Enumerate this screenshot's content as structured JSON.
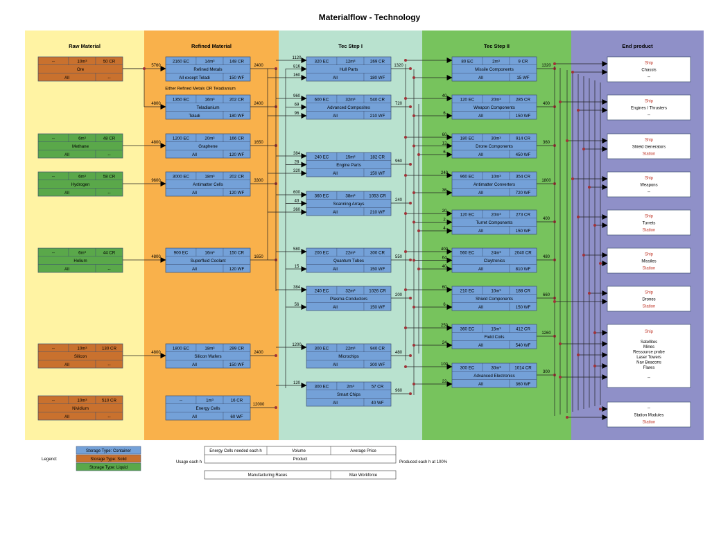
{
  "title": "Materialflow - Technology",
  "columns": [
    "Raw Material",
    "Refined Material",
    "Tec Step I",
    "Tec Step II",
    "End product"
  ],
  "colors": {
    "raw_bg": "#fff3a3",
    "refined_bg": "#f9b14b",
    "tec1_bg": "#b9e2cf",
    "tec2_bg": "#77c35d",
    "end_bg": "#8f90c8",
    "container": "#74a1d8",
    "solid": "#c9712e",
    "liquid": "#5aa84a",
    "ship_text": "#c0392b",
    "station_text": "#c0392b",
    "dot": "#a03238"
  },
  "raw": [
    {
      "key": "ore",
      "type": "solid",
      "a": "--",
      "b": "10m³",
      "c": "50 CR",
      "name": "Ore",
      "d": "All",
      "e": "--"
    },
    {
      "key": "methane",
      "type": "liquid",
      "a": "--",
      "b": "6m³",
      "c": "48 CR",
      "name": "Methane",
      "d": "All",
      "e": "--"
    },
    {
      "key": "hydrogen",
      "type": "liquid",
      "a": "--",
      "b": "6m³",
      "c": "58 CR",
      "name": "Hydrogen",
      "d": "All",
      "e": "--"
    },
    {
      "key": "helium",
      "type": "liquid",
      "a": "--",
      "b": "6m³",
      "c": "44 CR",
      "name": "Helium",
      "d": "All",
      "e": "--"
    },
    {
      "key": "silicon",
      "type": "solid",
      "a": "--",
      "b": "10m³",
      "c": "130 CR",
      "name": "Silicon",
      "d": "All",
      "e": "--"
    },
    {
      "key": "nividium",
      "type": "solid",
      "a": "--",
      "b": "10m³",
      "c": "510 CR",
      "name": "Nividium",
      "d": "All",
      "e": "--"
    }
  ],
  "refined": [
    {
      "key": "refined_metals",
      "a": "2160 EC",
      "b": "14m³",
      "c": "148 CR",
      "name": "Refined Metals",
      "d": "All except Teladi",
      "e": "150 WF"
    },
    {
      "key": "teladianium",
      "a": "1350 EC",
      "b": "16m³",
      "c": "202 CR",
      "name": "Teladianium",
      "d": "Teladi",
      "e": "180 WF"
    },
    {
      "key": "graphene",
      "a": "1200 EC",
      "b": "20m³",
      "c": "166 CR",
      "name": "Graphene",
      "d": "All",
      "e": "120 WF"
    },
    {
      "key": "antimatter_cells",
      "a": "3000 EC",
      "b": "18m³",
      "c": "202 CR",
      "name": "Antimatter Cells",
      "d": "All",
      "e": "120 WF"
    },
    {
      "key": "superfluid_coolant",
      "a": "900 EC",
      "b": "16m³",
      "c": "150 CR",
      "name": "Superfluid Coolant",
      "d": "All",
      "e": "120 WF"
    },
    {
      "key": "silicon_wafers",
      "a": "1800 EC",
      "b": "18m³",
      "c": "299 CR",
      "name": "Silicon Wafers",
      "d": "All",
      "e": "150 WF"
    },
    {
      "key": "energy_cells",
      "a": "--",
      "b": "1m³",
      "c": "16 CR",
      "name": "Energy Cells",
      "d": "All",
      "e": "60 WF"
    }
  ],
  "refined_note": "Either Refined Metals OR Teladianium",
  "tec1": [
    {
      "key": "hull_parts",
      "a": "320 EC",
      "b": "12m³",
      "c": "269 CR",
      "name": "Hull Parts",
      "d": "All",
      "e": "180 WF"
    },
    {
      "key": "advanced_composites",
      "a": "600 EC",
      "b": "32m³",
      "c": "540 CR",
      "name": "Advanced Composites",
      "d": "All",
      "e": "210 WF"
    },
    {
      "key": "engine_parts",
      "a": "240 EC",
      "b": "15m³",
      "c": "182 CR",
      "name": "Engine Parts",
      "d": "All",
      "e": "150 WF"
    },
    {
      "key": "scanning_arrays",
      "a": "360 EC",
      "b": "38m³",
      "c": "1053 CR",
      "name": "Scanning Arrays",
      "d": "All",
      "e": "210 WF"
    },
    {
      "key": "quantum_tubes",
      "a": "200 EC",
      "b": "22m³",
      "c": "300 CR",
      "name": "Quantum Tubes",
      "d": "All",
      "e": "150 WF"
    },
    {
      "key": "plasma_conductors",
      "a": "240 EC",
      "b": "32m³",
      "c": "1026 CR",
      "name": "Plasma Conductors",
      "d": "All",
      "e": "150 WF"
    },
    {
      "key": "microchips",
      "a": "300 EC",
      "b": "22m³",
      "c": "940 CR",
      "name": "Microchips",
      "d": "All",
      "e": "300 WF"
    },
    {
      "key": "smart_chips",
      "a": "300 EC",
      "b": "2m³",
      "c": "57 CR",
      "name": "Smart Chips",
      "d": "All",
      "e": "40 WF"
    }
  ],
  "tec2": [
    {
      "key": "missile_components",
      "a": "80 EC",
      "b": "2m³",
      "c": "9 CR",
      "name": "Missile Components",
      "d": "All",
      "e": "15 WF"
    },
    {
      "key": "weapon_components",
      "a": "120 EC",
      "b": "20m³",
      "c": "285 CR",
      "name": "Weapon Components",
      "d": "All",
      "e": "150 WF"
    },
    {
      "key": "drone_components",
      "a": "180 EC",
      "b": "30m³",
      "c": "914 CR",
      "name": "Drone Components",
      "d": "All",
      "e": "450 WF"
    },
    {
      "key": "antimatter_converters",
      "a": "960 EC",
      "b": "10m³",
      "c": "354 CR",
      "name": "Antimatter Converters",
      "d": "All",
      "e": "720 WF"
    },
    {
      "key": "turret_components",
      "a": "120 EC",
      "b": "20m³",
      "c": "273 CR",
      "name": "Turret Components",
      "d": "All",
      "e": "150 WF"
    },
    {
      "key": "claytronics",
      "a": "560 EC",
      "b": "24m³",
      "c": "2040 CR",
      "name": "Claytronics",
      "d": "All",
      "e": "810 WF"
    },
    {
      "key": "shield_components",
      "a": "210 EC",
      "b": "10m³",
      "c": "188 CR",
      "name": "Shield Components",
      "d": "All",
      "e": "150 WF"
    },
    {
      "key": "field_coils",
      "a": "360 EC",
      "b": "15m³",
      "c": "412 CR",
      "name": "Field Coils",
      "d": "All",
      "e": "540 WF"
    },
    {
      "key": "advanced_electronics",
      "a": "300 EC",
      "b": "30m³",
      "c": "1014 CR",
      "name": "Advanced Electronics",
      "d": "All",
      "e": "360 WF"
    }
  ],
  "end": [
    {
      "key": "chassis",
      "lines": [
        {
          "t": "Ship",
          "red": true
        },
        {
          "t": "Chassis"
        },
        {
          "t": "--"
        }
      ]
    },
    {
      "key": "engines",
      "lines": [
        {
          "t": "Ship",
          "red": true
        },
        {
          "t": "Engines / Thrusters"
        },
        {
          "t": "--"
        }
      ]
    },
    {
      "key": "shield_generators",
      "lines": [
        {
          "t": "Ship",
          "red": true
        },
        {
          "t": "Shield Generators"
        },
        {
          "t": "Station",
          "red": true
        }
      ]
    },
    {
      "key": "weapons",
      "lines": [
        {
          "t": "Ship",
          "red": true
        },
        {
          "t": "Weapons"
        },
        {
          "t": "--"
        }
      ]
    },
    {
      "key": "turrets",
      "lines": [
        {
          "t": "Ship",
          "red": true
        },
        {
          "t": "Turrets"
        },
        {
          "t": "Station",
          "red": true
        }
      ]
    },
    {
      "key": "missiles",
      "lines": [
        {
          "t": "Ship",
          "red": true
        },
        {
          "t": "Missiles"
        },
        {
          "t": "Station",
          "red": true
        }
      ]
    },
    {
      "key": "drones",
      "lines": [
        {
          "t": "Ship",
          "red": true
        },
        {
          "t": "Drones"
        },
        {
          "t": "Station",
          "red": true
        }
      ]
    },
    {
      "key": "ship_misc",
      "lines": [
        {
          "t": "Ship",
          "red": true
        },
        {
          "t": ""
        },
        {
          "t": "Satellites"
        },
        {
          "t": "Mines"
        },
        {
          "t": "Ressource probe"
        },
        {
          "t": "Laser Towers"
        },
        {
          "t": "Nav Beacons"
        },
        {
          "t": "Flares"
        },
        {
          "t": ""
        },
        {
          "t": "--"
        }
      ]
    },
    {
      "key": "station_modules",
      "lines": [
        {
          "t": "--"
        },
        {
          "t": "Station Modules"
        },
        {
          "t": "Station",
          "red": true
        }
      ]
    }
  ],
  "flow_labels": {
    "raw_out": [
      "5760",
      "4800",
      "4800",
      "9600",
      "4800",
      "4800"
    ],
    "refined_out": [
      "2400",
      "2400",
      "1650",
      "3300",
      "1650",
      "2400",
      "12000"
    ],
    "tec1_out": [
      "1320",
      "720",
      "960",
      "240",
      "550",
      "200",
      "480",
      "960"
    ],
    "tec2_out": [
      "1320",
      "400",
      "360",
      "1800",
      "400",
      "480",
      "660",
      "1260",
      "300"
    ],
    "tec1_in": [
      [
        "1120",
        "816",
        "160"
      ],
      [
        "960",
        "69",
        "96"
      ],
      [
        "384",
        "28",
        "320"
      ],
      [
        "600",
        "43",
        "360"
      ],
      [
        "580",
        "15"
      ],
      [
        "384",
        "56"
      ],
      [
        "1200"
      ],
      [
        "120"
      ]
    ],
    "tec2_in": [
      [
        "--",
        "--"
      ],
      [
        "40",
        "6"
      ],
      [
        "60",
        "12",
        "6"
      ],
      [
        "240",
        "36"
      ],
      [
        "20",
        "2",
        "4"
      ],
      [
        "400",
        "64",
        "40"
      ],
      [
        "60",
        "6"
      ],
      [
        "250",
        "24"
      ],
      [
        "100",
        "22"
      ]
    ]
  },
  "legend": {
    "label": "Legend:",
    "types": [
      "Storage Type: Container",
      "Storage Type: Solid",
      "Storage Type: Liquid"
    ],
    "box_top": [
      "Energy Cells needed each h",
      "Volume",
      "Average Price"
    ],
    "box_product": "Product",
    "box_bottom": [
      "Manufacturing Races",
      "Max Workforce"
    ],
    "usage_label": "Usage each h",
    "produced_label": "Produced each h at 100%"
  }
}
